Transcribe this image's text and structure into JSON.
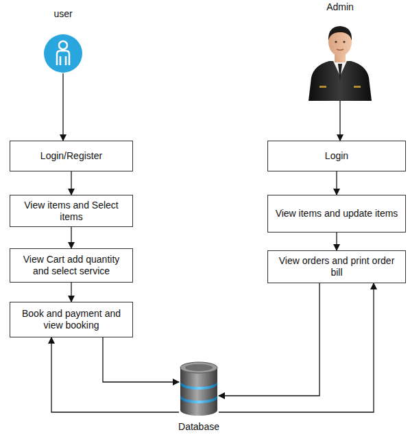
{
  "diagram": {
    "nodes": [
      {
        "text": [
          "user"
        ]
      },
      {
        "text": [
          "Login/Register"
        ]
      },
      {
        "text": [
          "View items and Select items"
        ]
      },
      {
        "text": [
          "View Cart add quantity and select service"
        ]
      },
      {
        "text": [
          "Book and payment and view booking"
        ]
      },
      {
        "text": [
          "Admin"
        ]
      },
      {
        "text": [
          "Login"
        ]
      },
      {
        "text": [
          "View items and update items"
        ]
      },
      {
        "text": [
          "View orders and print order bill"
        ]
      },
      {
        "text": [
          "Database"
        ]
      }
    ],
    "edges": [
      {
        "from": 0,
        "to": 1,
        "arrow": "to"
      },
      {
        "from": 1,
        "to": 2,
        "arrow": "to"
      },
      {
        "from": 2,
        "to": 3,
        "arrow": "to"
      },
      {
        "from": 3,
        "to": 4,
        "arrow": "to"
      },
      {
        "from": 4,
        "to": 9,
        "arrow": "to"
      },
      {
        "from": 9,
        "to": 4,
        "arrow": "to"
      },
      {
        "from": 5,
        "to": 6,
        "arrow": "to"
      },
      {
        "from": 6,
        "to": 7,
        "arrow": "to"
      },
      {
        "from": 7,
        "to": 8,
        "arrow": "to"
      },
      {
        "from": 8,
        "to": 9,
        "arrow": "to"
      },
      {
        "from": 9,
        "to": 8,
        "arrow": "to"
      }
    ]
  }
}
